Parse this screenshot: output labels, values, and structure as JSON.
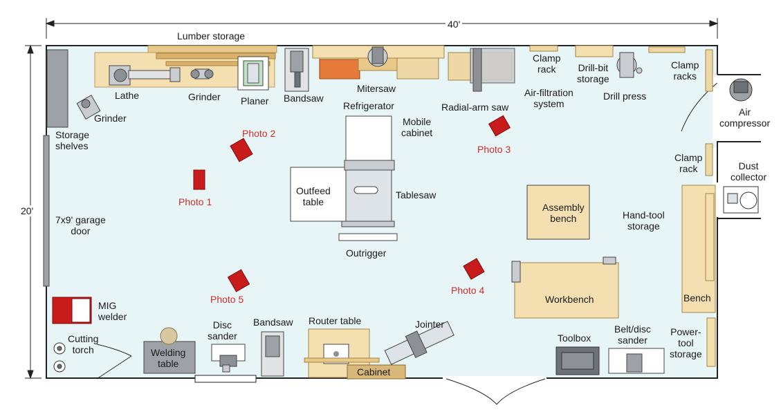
{
  "colors": {
    "floor": "#e7f5f7",
    "wood": "#f4dfb0",
    "wood_dark": "#e8c98a",
    "red": "#c81c1c",
    "photo_label": "#d22a2a",
    "gray": "#9ea2a6",
    "dark_gray": "#6d7276",
    "wall": "#222222"
  },
  "dimensions": {
    "width": "40'",
    "depth": "20'"
  },
  "labels": {
    "lumber": "Lumber storage",
    "lathe": "Lathe",
    "grinder_top": "Grinder",
    "planer": "Planer",
    "bandsaw_top": "Bandsaw",
    "mitersaw": "Mitersaw",
    "refrigerator": "Refrigerator",
    "mobile_cabinet": "Mobile\ncabinet",
    "radial_arm_saw": "Radial-arm saw",
    "air_filtration": "Air-filtration\nsystem",
    "clamp_rack_top": "Clamp\nrack",
    "drill_bit_storage": "Drill-bit\nstorage",
    "drill_press": "Drill press",
    "clamp_racks": "Clamp\nracks",
    "air_compressor": "Air\ncompressor",
    "grinder_left": "Grinder",
    "storage_shelves": "Storage\nshelves",
    "garage_door": "7x9' garage\ndoor",
    "clamp_rack_right": "Clamp\nrack",
    "dust_collector": "Dust\ncollector",
    "outfeed_table": "Outfeed\ntable",
    "tablesaw": "Tablesaw",
    "outrigger": "Outrigger",
    "assembly_bench": "Assembly\nbench",
    "hand_tool_storage": "Hand-tool\nstorage",
    "workbench": "Workbench",
    "bench": "Bench",
    "mig_welder": "MIG\nwelder",
    "cutting_torch": "Cutting\ntorch",
    "welding_table": "Welding\ntable",
    "disc_sander": "Disc\nsander",
    "bandsaw_bottom": "Bandsaw",
    "router_table": "Router table",
    "cabinet": "Cabinet",
    "jointer": "Jointer",
    "toolbox": "Toolbox",
    "belt_disc_sander": "Belt/disc\nsander",
    "power_tool_storage": "Power-\ntool\nstorage"
  },
  "photos": [
    "Photo 1",
    "Photo 2",
    "Photo 3",
    "Photo 4",
    "Photo 5"
  ]
}
